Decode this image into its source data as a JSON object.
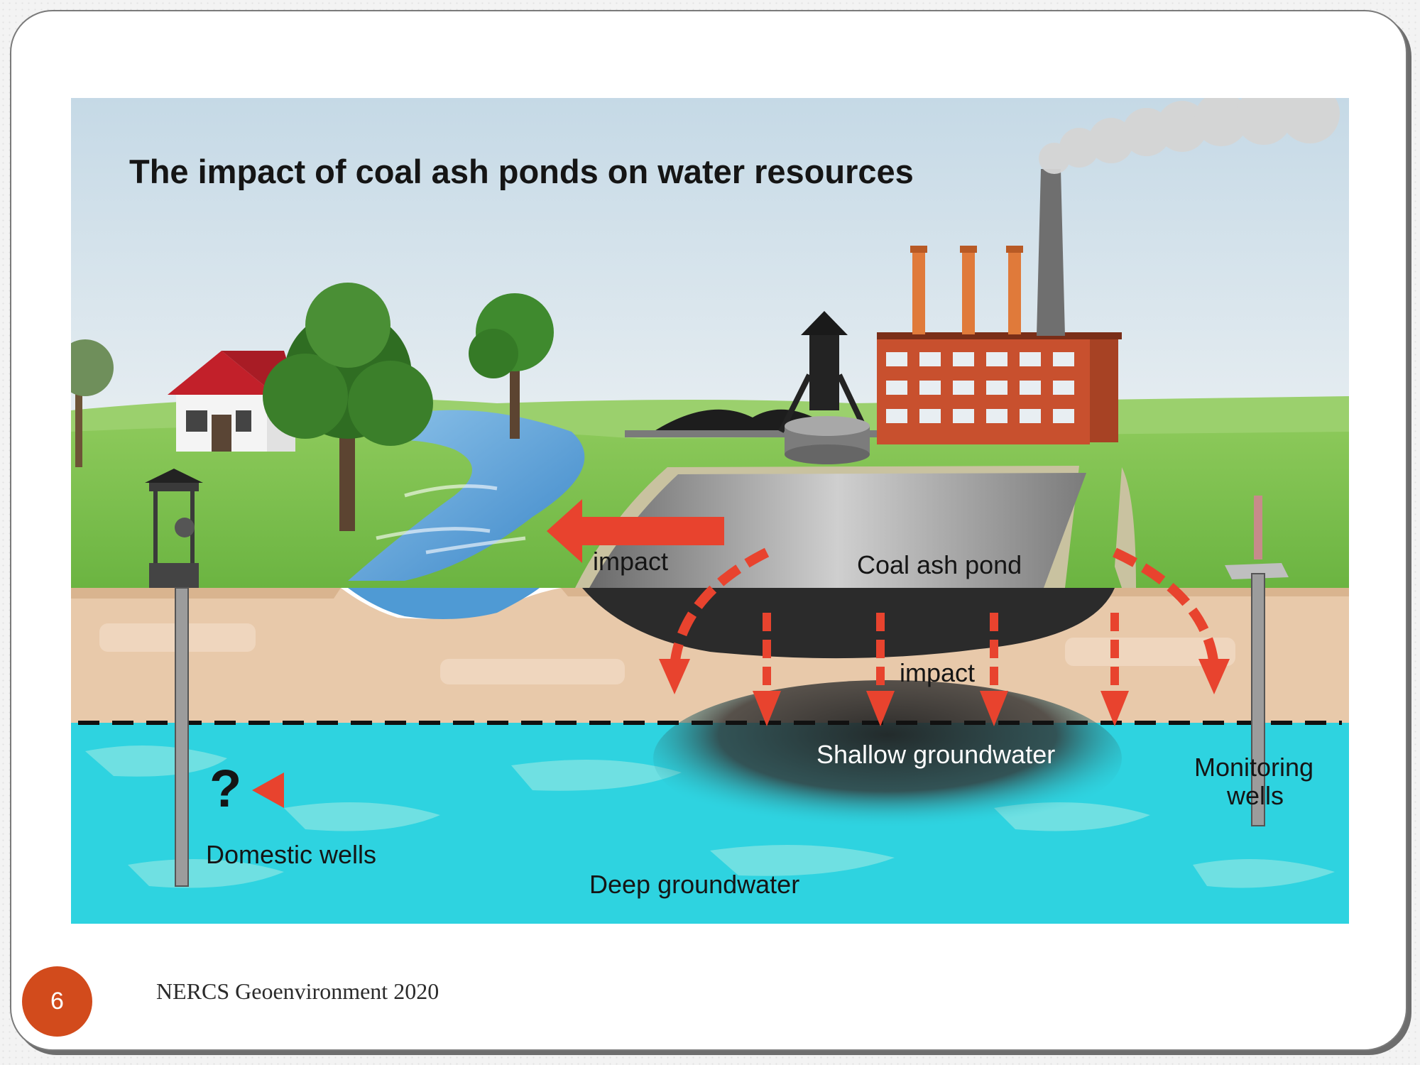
{
  "diagram": {
    "title": "The impact of coal ash ponds on water resources",
    "labels": {
      "impact_river": "impact",
      "coal_ash_pond": "Coal ash pond",
      "impact_down": "impact",
      "shallow_groundwater": "Shallow groundwater",
      "monitoring_wells_line1": "Monitoring",
      "monitoring_wells_line2": "wells",
      "question_mark": "?",
      "domestic_wells": "Domestic wells",
      "deep_groundwater": "Deep groundwater"
    },
    "colors": {
      "sky": "#d8e6ee",
      "grass": "#7fc24a",
      "soil": "#e8c9aa",
      "groundwater": "#2ed3e0",
      "river": "#4d9ad6",
      "ash_pond": "#9a9a9a",
      "brick": "#c8502e",
      "arrow": "#e8432e"
    },
    "icons": [
      "house-icon",
      "tree-icon",
      "water-well-icon",
      "factory-icon",
      "smokestack-icon",
      "coal-tipple-icon",
      "storage-tank-icon",
      "monitoring-well-icon"
    ]
  },
  "footer": {
    "page_number": "6",
    "text": "NERCS Geoenvironment 2020"
  }
}
